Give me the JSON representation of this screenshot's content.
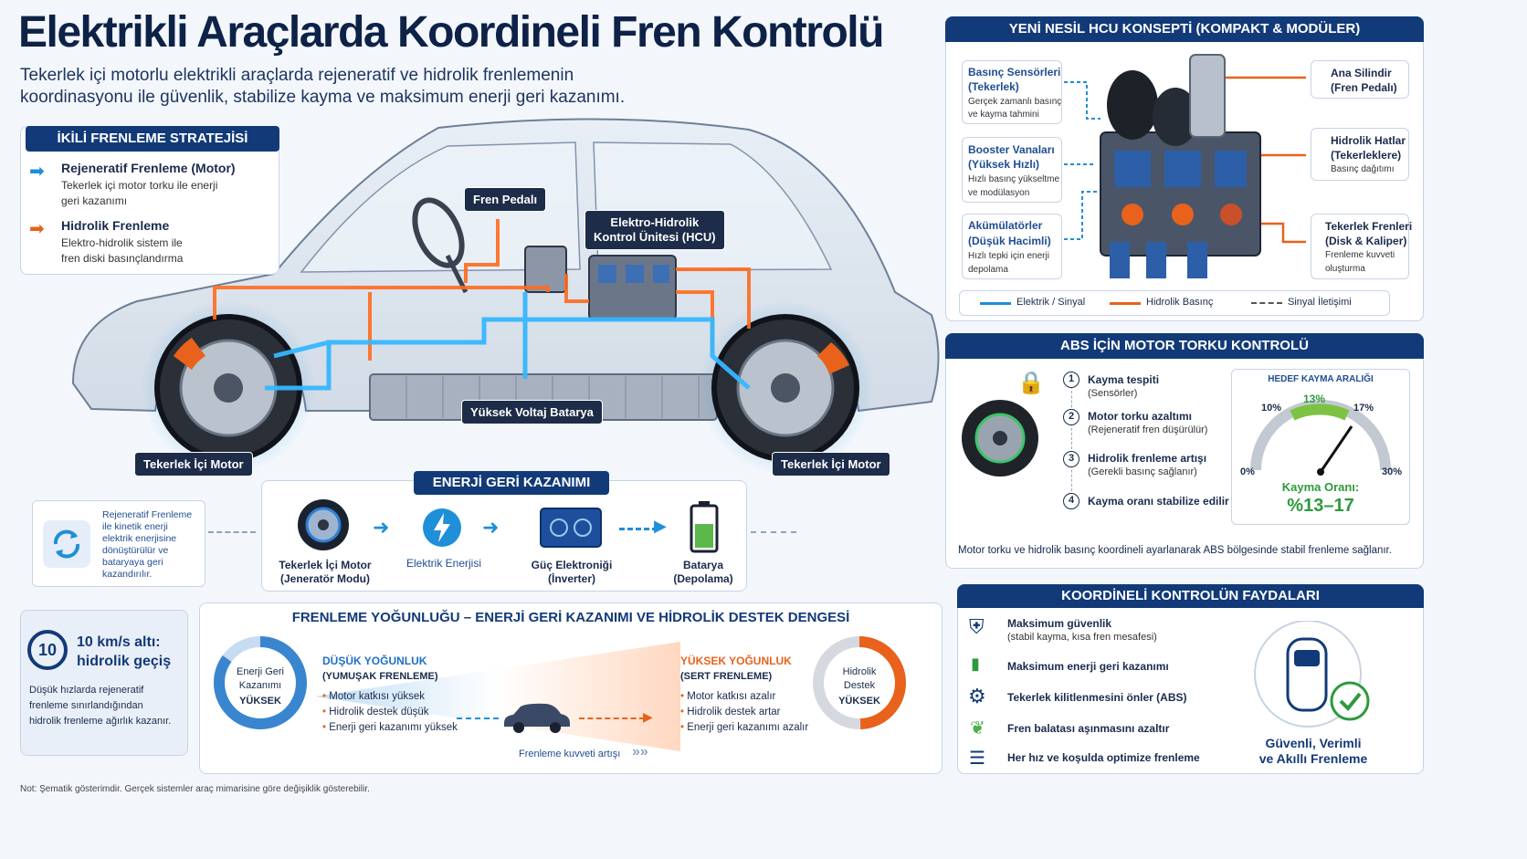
{
  "title": "Elektrikli Araçlarda Koordineli Fren Kontrolü",
  "subtitle_line1": "Tekerlek içi motorlu elektrikli araçlarda rejeneratif ve hidrolik frenlemenin",
  "subtitle_line2": "koordinasyonu ile güvenlik, stabilize kayma ve maksimum enerji geri kazanımı.",
  "strategy": {
    "header": "İKİLİ FRENLEME STRATEJİSİ",
    "regen_title": "Rejeneratif Frenleme (Motor)",
    "regen_desc1": "Tekerlek içi motor torku ile enerji",
    "regen_desc2": "geri kazanımı",
    "hyd_title": "Hidrolik Frenleme",
    "hyd_desc1": "Elektro-hidrolik sistem ile",
    "hyd_desc2": "fren diski basınçlandırma"
  },
  "car_labels": {
    "pedal": "Fren Pedalı",
    "hcu1": "Elektro-Hidrolik",
    "hcu2": "Kontrol Ünitesi (HCU)",
    "battery": "Yüksek Voltaj Batarya",
    "motor_left": "Tekerlek İçi Motor",
    "motor_right": "Tekerlek İçi Motor"
  },
  "hcu": {
    "header": "YENİ NESİL HCU KONSEPTİ (KOMPAKT & MODÜLER)",
    "sensors_t1": "Basınç Sensörleri",
    "sensors_t2": "(Tekerlek)",
    "sensors_d1": "Gerçek zamanlı basınç",
    "sensors_d2": "ve kayma tahmini",
    "booster_t1": "Booster Vanaları",
    "booster_t2": "(Yüksek Hızlı)",
    "booster_d1": "Hızlı basınç yükseltme",
    "booster_d2": "ve modülasyon",
    "acc_t1": "Akümülatörler",
    "acc_t2": "(Düşük Hacimli)",
    "acc_d1": "Hızlı tepki için enerji",
    "acc_d2": "depolama",
    "master_t1": "Ana Silindir",
    "master_t2": "(Fren Pedalı)",
    "lines_t1": "Hidrolik Hatlar",
    "lines_t2": "(Tekerleklere)",
    "lines_d1": "Basınç dağıtımı",
    "brakes_t1": "Tekerlek Frenleri",
    "brakes_t2": "(Disk & Kaliper)",
    "brakes_d1": "Frenleme kuvveti",
    "brakes_d2": "oluşturma",
    "legend_elec": "Elektrik / Sinyal",
    "legend_hyd": "Hidrolik Basınç",
    "legend_sig": "Sinyal İletişimi"
  },
  "abs": {
    "header": "ABS İÇİN MOTOR TORKU KONTROLÜ",
    "s1_num": "1",
    "s1_t": "Kayma tespiti",
    "s1_d": "(Sensörler)",
    "s2_num": "2",
    "s2_t": "Motor torku azaltımı",
    "s2_d": "(Rejeneratif fren düşürülür)",
    "s3_num": "3",
    "s3_t": "Hidrolik frenleme artışı",
    "s3_d": "(Gerekli basınç sağlanır)",
    "s4_num": "4",
    "s4_t": "Kayma oranı stabilize edilir",
    "gauge_title": "HEDEF KAYMA ARALIĞI",
    "g0": "0%",
    "g10": "10%",
    "g13": "13%",
    "g17": "17%",
    "g30": "30%",
    "gauge_label": "Kayma Oranı:",
    "gauge_value": "%13–17",
    "note": "Motor torku ve hidrolik basınç koordineli ayarlanarak ABS bölgesinde stabil frenleme sağlanır."
  },
  "energy": {
    "header": "ENERJİ GERİ KAZANIMI",
    "side1": "Rejeneratif Frenleme",
    "side2": "ile kinetik enerji",
    "side3": "elektrik enerjisine",
    "side4": "dönüştürülür ve",
    "side5": "bataryaya geri",
    "side6": "kazandırılır.",
    "step1a": "Tekerlek İçi Motor",
    "step1b": "(Jeneratör Modu)",
    "step2": "Elektrik Enerjisi",
    "step3a": "Güç Elektroniği",
    "step3b": "(İnverter)",
    "step4a": "Batarya",
    "step4b": "(Depolama)"
  },
  "speed": {
    "icon_num": "10",
    "title1": "10 km/s altı:",
    "title2": "hidrolik geçiş",
    "d1": "Düşük hızlarda rejeneratif",
    "d2": "frenleme sınırlandığından",
    "d3": "hidrolik frenleme ağırlık kazanır."
  },
  "intensity": {
    "header": "FRENLEME YOĞUNLUĞU – ENERJİ GERİ KAZANIMI VE HİDROLİK DESTEK DENGESİ",
    "left_d1": "Enerji Geri",
    "left_d2": "Kazanımı",
    "left_d3": "YÜKSEK",
    "low_t": "DÜŞÜK YOĞUNLUK",
    "low_s": "(YUMUŞAK FRENLEME)",
    "low_1": "Motor katkısı yüksek",
    "low_2": "Hidrolik destek düşük",
    "low_3": "Enerji geri kazanımı yüksek",
    "high_t": "YÜKSEK YOĞUNLUK",
    "high_s": "(SERT FRENLEME)",
    "high_1": "Motor katkısı azalır",
    "high_2": "Hidrolik destek artar",
    "high_3": "Enerji geri kazanımı azalır",
    "right_d1": "Hidrolik",
    "right_d2": "Destek",
    "right_d3": "YÜKSEK",
    "arrow_label": "Frenleme kuvveti artışı"
  },
  "benefits": {
    "header": "KOORDİNELİ KONTROLÜN FAYDALARI",
    "b1": "Maksimum güvenlik",
    "b1s": "(stabil kayma, kısa fren mesafesi)",
    "b2": "Maksimum enerji geri kazanımı",
    "b3": "Tekerlek kilitlenmesini önler (ABS)",
    "b4": "Fren balatası aşınmasını azaltır",
    "b5": "Her hız ve koşulda optimize frenleme",
    "badge1": "Güvenli, Verimli",
    "badge2": "ve Akıllı Frenleme"
  },
  "footnote": "Not: Şematik gösterimdir. Gerçek sistemler araç mimarisine göre değişiklik gösterebilir.",
  "colors": {
    "navy": "#123a78",
    "blue": "#1e8fd8",
    "orange": "#e8621c",
    "green": "#2e9a3c"
  }
}
